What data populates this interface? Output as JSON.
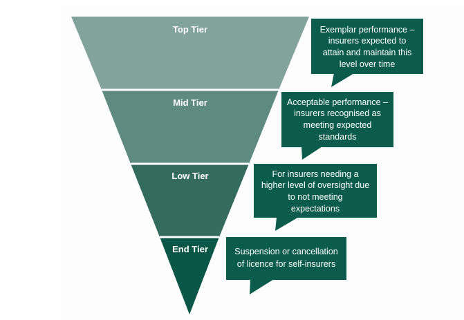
{
  "colors": {
    "top_tier": "#82a39a",
    "mid_tier": "#5f8a7f",
    "low_tier": "#356b5d",
    "end_tier": "#0b5747",
    "callout": "#0b5c4c"
  },
  "tiers": [
    {
      "name": "Top Tier",
      "callout": [
        "Exemplar performance –",
        "insurers expected to",
        "attain and maintain this",
        "level over time"
      ]
    },
    {
      "name": "Mid Tier",
      "callout": [
        "Acceptable performance –",
        "insurers recognised as",
        "meeting expected",
        "standards"
      ]
    },
    {
      "name": "Low Tier",
      "callout": [
        "For insurers needing a",
        "higher level of oversight due",
        "to not meeting",
        "expectations"
      ]
    },
    {
      "name": "End Tier",
      "callout": [
        "Suspension or cancellation",
        "of licence for self-insurers"
      ]
    }
  ]
}
